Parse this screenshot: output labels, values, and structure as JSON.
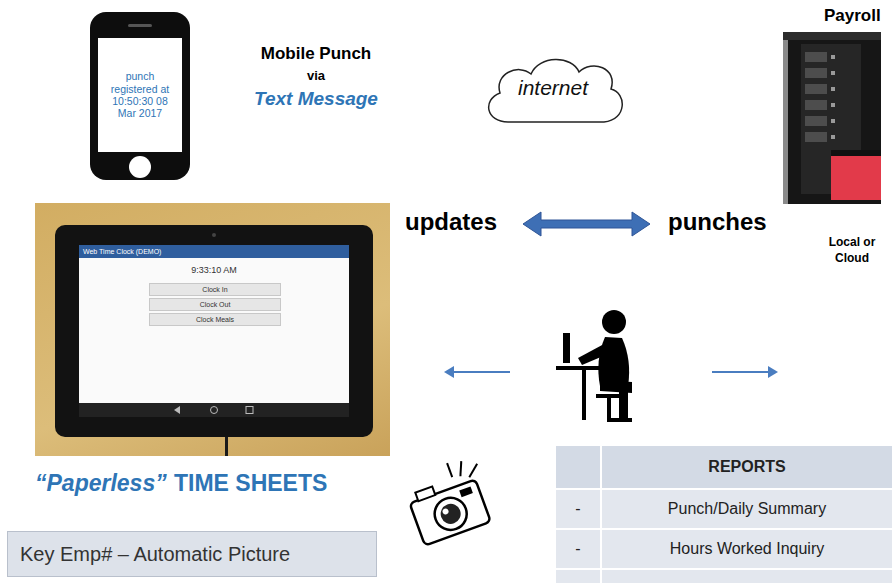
{
  "diagram": {
    "nodes": [
      {
        "text": [
          "punch registered at 10:50:30 08 Mar 2017"
        ]
      },
      {
        "text": [
          "internet"
        ]
      },
      {
        "text": [
          "Payroll"
        ]
      },
      {
        "text": [
          "Web Time Clock (DEMO)",
          "9:33:10 AM",
          "Clock In",
          "Clock Out",
          "Clock Meals"
        ]
      },
      {
        "text": [
          "Key Emp# – Automatic Picture"
        ]
      },
      {
        "text": [
          "REPORTS",
          "-",
          "Punch/Daily Summary",
          "-",
          "Hours Worked Inquiry"
        ]
      }
    ],
    "labels": [
      "Mobile Punch",
      "via",
      "Text Message",
      "updates",
      "punches",
      "Local or Cloud",
      "“Paperless”",
      "TIME SHEETS"
    ]
  }
}
